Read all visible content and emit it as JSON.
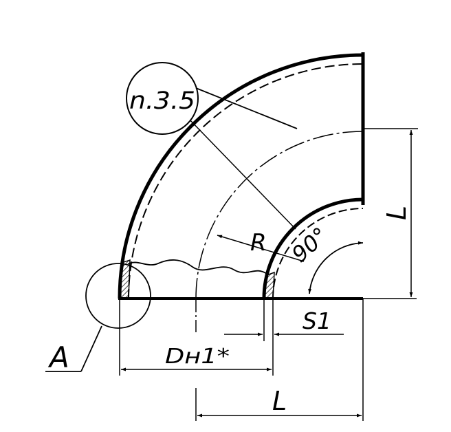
{
  "labels": {
    "note_ref": "n.3.5",
    "radius": "R",
    "angle": "90°",
    "thickness": "S1",
    "diameter": "Dн1*",
    "detail": "A",
    "length_vertical": "L",
    "length_horizontal": "L"
  },
  "colors": {
    "line": "#000000",
    "background": "#ffffff"
  }
}
